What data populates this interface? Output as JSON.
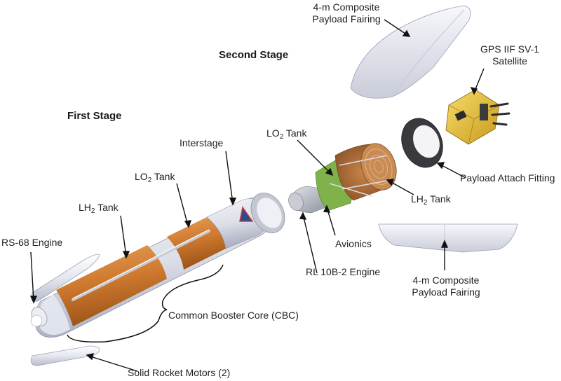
{
  "headings": {
    "second_stage": "Second Stage",
    "first_stage": "First Stage"
  },
  "labels": {
    "fairing_top": {
      "line1": "4-m Composite",
      "line2": "Payload Fairing"
    },
    "satellite": {
      "line1": "GPS IIF SV-1",
      "line2": "Satellite"
    },
    "payload_attach": "Payload Attach Fitting",
    "lo2_tank_second": {
      "prefix": "LO",
      "sub": "2",
      "suffix": " Tank"
    },
    "lh2_tank_second": {
      "prefix": "LH",
      "sub": "2",
      "suffix": " Tank"
    },
    "interstage": "Interstage",
    "lo2_tank_first": {
      "prefix": "LO",
      "sub": "2",
      "suffix": " Tank"
    },
    "lh2_tank_first": {
      "prefix": "LH",
      "sub": "2",
      "suffix": " Tank"
    },
    "rs68": "RS-68 Engine",
    "avionics": "Avionics",
    "rl10": "RL 10B-2 Engine",
    "fairing_bottom": {
      "line1": "4-m Composite",
      "line2": "Payload Fairing"
    },
    "cbc": "Common Booster Core (CBC)",
    "srm": "Solid Rocket Motors (2)"
  },
  "colors": {
    "orange_tank": "#D07A2E",
    "white_body": "#E8EBF2",
    "gold_satellite": "#E9C23A",
    "leader_line": "#111111"
  }
}
